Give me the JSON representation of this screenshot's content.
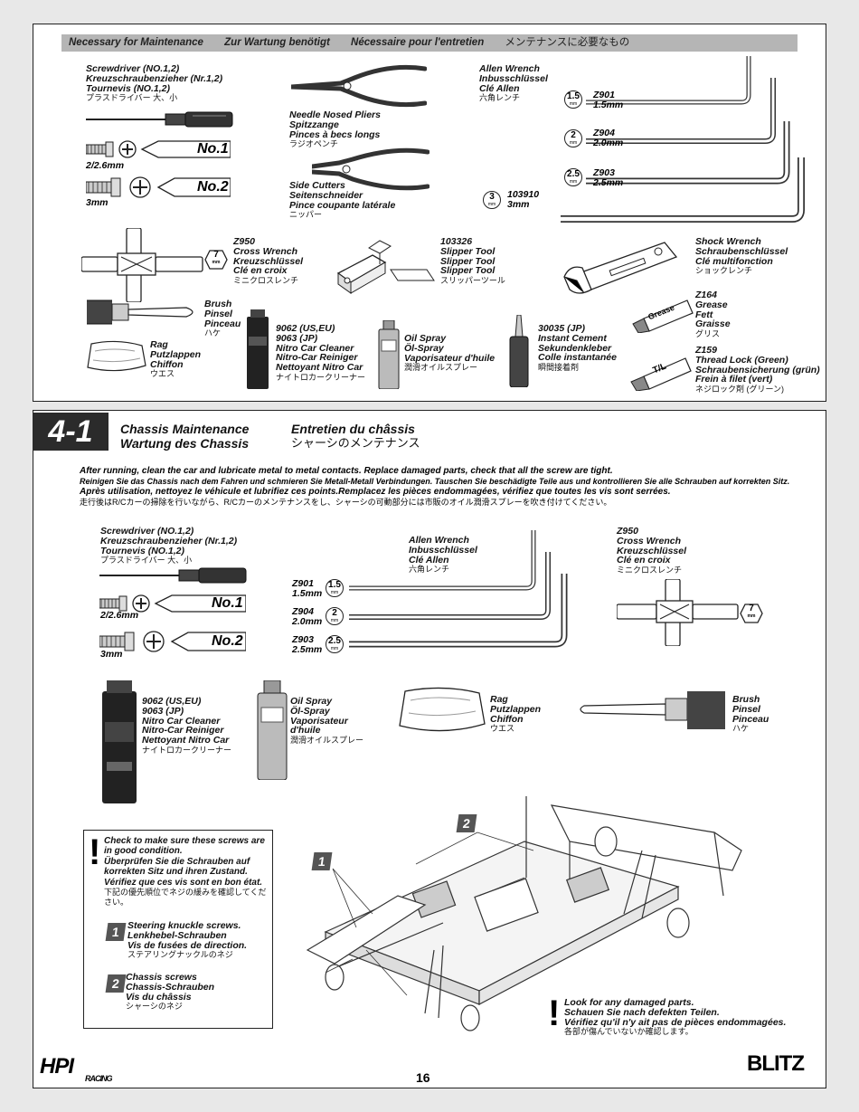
{
  "header": {
    "en": "Necessary for Maintenance",
    "de": "Zur Wartung benötigt",
    "fr": "Nécessaire pour l'entretien",
    "jp": "メンテナンスに必要なもの"
  },
  "tools": {
    "screwdriver": {
      "en": "Screwdriver (NO.1,2)",
      "de": "Kreuzschraubenzieher (Nr.1,2)",
      "fr": "Tournevis (NO.1,2)",
      "jp": "プラスドライバー 大、小"
    },
    "screw_small": "2/2.6mm",
    "screw_large": "3mm",
    "no1": "No.1",
    "no2": "No.2",
    "pliers": {
      "en": "Needle Nosed Pliers",
      "de": "Spitzzange",
      "fr": "Pinces à becs longs",
      "jp": "ラジオペンチ"
    },
    "cutters": {
      "en": "Side Cutters",
      "de": "Seitenschneider",
      "fr": "Pince coupante latérale",
      "jp": "ニッパー"
    },
    "allen": {
      "en": "Allen Wrench",
      "de": "Inbusschlüssel",
      "fr": "Clé Allen",
      "jp": "六角レンチ"
    },
    "allen_sizes": [
      {
        "size": "1.5",
        "unit": "mm",
        "code": "Z901",
        "mm": "1.5mm"
      },
      {
        "size": "2",
        "unit": "mm",
        "code": "Z904",
        "mm": "2.0mm"
      },
      {
        "size": "2.5",
        "unit": "mm",
        "code": "Z903",
        "mm": "2.5mm"
      },
      {
        "size": "3",
        "unit": "mm",
        "code": "103910",
        "mm": "3mm"
      }
    ],
    "cross": {
      "code": "Z950",
      "en": "Cross Wrench",
      "de": "Kreuzschlüssel",
      "fr": "Clé en croix",
      "jp": "ミニクロスレンチ",
      "size": "7",
      "unit": "mm"
    },
    "slipper": {
      "code": "103326",
      "en": "Slipper Tool",
      "de": "Slipper Tool",
      "fr": "Slipper Tool",
      "jp": "スリッパーツール"
    },
    "shock": {
      "en": "Shock Wrench",
      "de": "Schraubenschlüssel",
      "fr": "Clé multifonction",
      "jp": "ショックレンチ"
    },
    "brush": {
      "en": "Brush",
      "de": "Pinsel",
      "fr": "Pinceau",
      "jp": "ハケ"
    },
    "rag": {
      "en": "Rag",
      "de": "Putzlappen",
      "fr": "Chiffon",
      "jp": "ウエス"
    },
    "cleaner": {
      "code1": "9062 (US,EU)",
      "code2": "9063 (JP)",
      "en": "Nitro Car Cleaner",
      "de": "Nitro-Car Reiniger",
      "fr": "Nettoyant Nitro Car",
      "jp": "ナイトロカークリーナー"
    },
    "oil": {
      "en": "Oil Spray",
      "de": "Öl-Spray",
      "fr": "Vaporisateur d'huile",
      "fr2a": "Vaporisateur",
      "fr2b": "d'huile",
      "jp": "潤滑オイルスプレー"
    },
    "cement": {
      "code": "30035 (JP)",
      "en": "Instant Cement",
      "de": "Sekundenkleber",
      "fr": "Colle instantanée",
      "jp": "瞬間接着剤"
    },
    "grease": {
      "code": "Z164",
      "en": "Grease",
      "de": "Fett",
      "fr": "Graisse",
      "jp": "グリス",
      "tube_label": "Grease"
    },
    "threadlock": {
      "code": "Z159",
      "en": "Thread Lock (Green)",
      "de": "Schraubensicherung (grün)",
      "fr": "Frein à filet (vert)",
      "jp": "ネジロック剤 (グリーン)",
      "tube_label": "T/L"
    }
  },
  "section": {
    "number": "4-1",
    "en": "Chassis Maintenance",
    "de": "Wartung des Chassis",
    "fr": "Entretien du châssis",
    "jp": "シャーシのメンテナンス",
    "intro_en": "After running, clean the car and lubricate metal to metal contacts. Replace damaged parts, check that all the screw are tight.",
    "intro_de": "Reinigen Sie das Chassis nach dem Fahren und schmieren Sie Metall-Metall Verbindungen. Tauschen Sie beschädigte Teile aus und kontrollieren Sie alle Schrauben auf korrekten Sitz.",
    "intro_fr": "Après utilisation, nettoyez le véhicule et lubrifiez ces points.Remplacez les pièces endommagées, vérifiez que toutes les vis sont serrées.",
    "intro_jp": "走行後はR/Cカーの掃除を行いながら、R/Cカーのメンテナンスをし、シャーシの可動部分には市販のオイル潤滑スプレーを吹き付けてください。"
  },
  "warning": {
    "en": "Check to make sure these screws are in good condition.",
    "de": "Überprüfen Sie die Schrauben auf korrekten Sitz und ihren Zustand.",
    "fr": "Vérifiez que ces vis sont en bon état.",
    "jp": "下記の優先順位でネジの緩みを確認してください。",
    "items": [
      {
        "num": "1",
        "en": "Steering knuckle screws.",
        "de": "Lenkhebel-Schrauben",
        "fr": "Vis de fusées de direction.",
        "jp": "ステアリングナックルのネジ"
      },
      {
        "num": "2",
        "en": "Chassis screws",
        "de": "Chassis-Schrauben",
        "fr": "Vis du châssis",
        "jp": "シャーシのネジ"
      }
    ]
  },
  "damage": {
    "en": "Look for any damaged parts.",
    "de": "Schauen Sie nach defekten Teilen.",
    "fr": "Vérifiez qu'il n'y ait pas de pièces endommagées.",
    "jp": "各部が傷んでいないか確認します。"
  },
  "callouts": [
    "1",
    "2"
  ],
  "footer": {
    "page": "16",
    "brand_left": "HPI",
    "brand_left_sub": "RACING",
    "brand_right": "BLITZ"
  }
}
